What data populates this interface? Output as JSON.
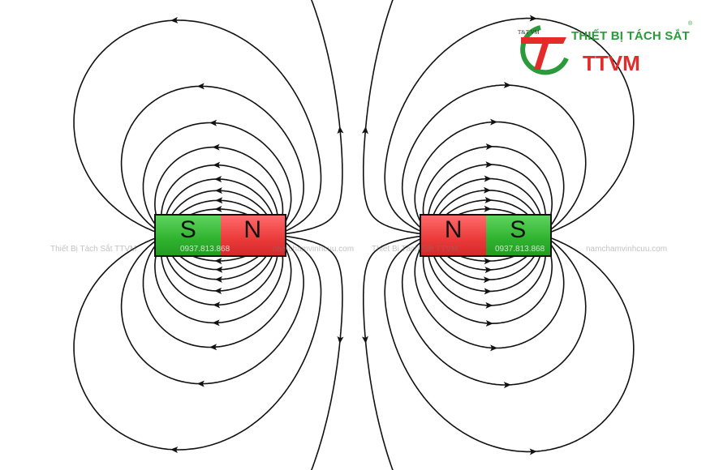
{
  "left_magnet": {
    "left_pole": "S",
    "right_pole": "N"
  },
  "right_magnet": {
    "left_pole": "N",
    "right_pole": "S"
  },
  "logo": {
    "small": "T&T VM",
    "title": "THIẾT BỊ TÁCH SẮT",
    "brand": "TTVM",
    "registered": "®"
  },
  "watermark": {
    "company": "Thiết Bị Tách Sắt TTVM",
    "phone": "0937.813.868",
    "site": "namchamvinhcuu.com"
  },
  "colors": {
    "north": "#ea3a3a",
    "south": "#2fb32f",
    "line": "#111111"
  }
}
